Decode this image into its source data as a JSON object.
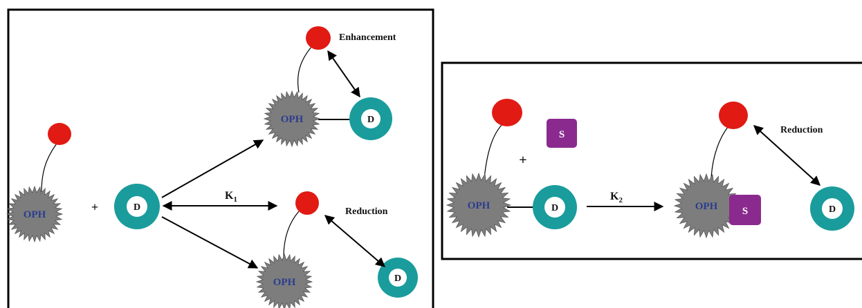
{
  "labels": {
    "oph": "OPH",
    "d": "D",
    "s": "S",
    "plus": "+",
    "k1_main": "K",
    "k1_sub": "1",
    "k2_main": "K",
    "k2_sub": "2",
    "enhancement": "Enhancement",
    "reduction": "Reduction"
  },
  "colors": {
    "enzyme": "#7d7d7d",
    "ball": "#e11a14",
    "ring": "#1a9c9c",
    "substrate": "#8a2a8e",
    "frame": "#000000"
  }
}
